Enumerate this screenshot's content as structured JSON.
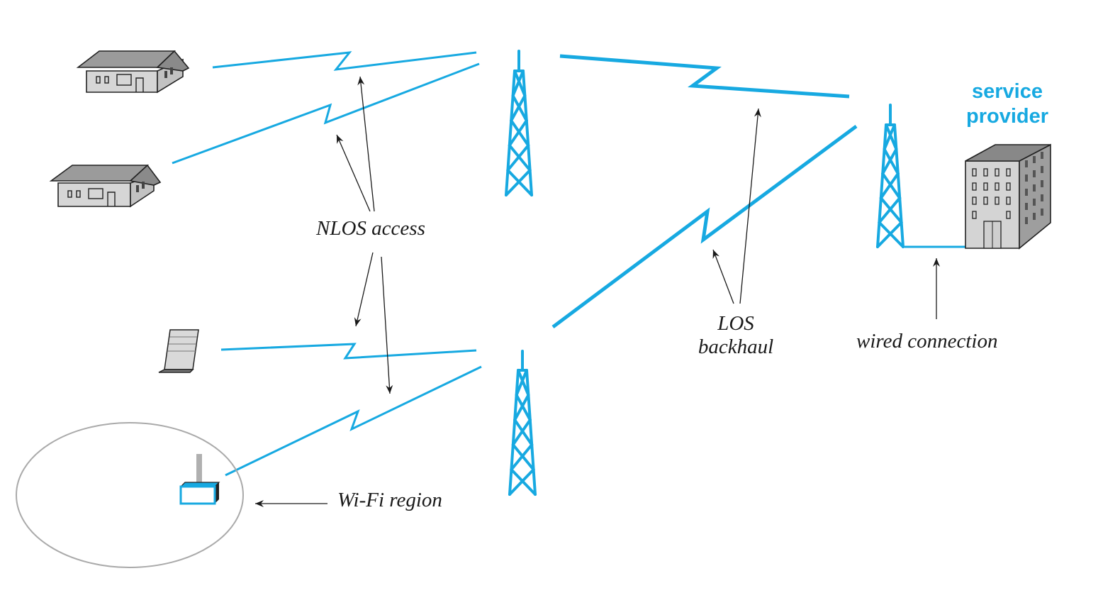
{
  "labels": {
    "nlos_access": "NLOS access",
    "los_line1": "LOS",
    "los_line2": "backhaul",
    "wired_connection": "wired connection",
    "wifi_region": "Wi-Fi region",
    "service_provider_line1": "service",
    "service_provider_line2": "provider"
  },
  "colors": {
    "link_blue": "#17a9e1",
    "tower_blue": "#17a9e1",
    "building_gray": "#c9c9c9",
    "roof_gray": "#9a9a9a",
    "arrow_black": "#1a1a1a",
    "wifi_ellipse": "#aaaaaa"
  },
  "icons": {
    "house": "house-icon",
    "laptop": "laptop-icon",
    "router": "wifi-router-icon",
    "tower": "radio-tower-icon",
    "building": "office-building-icon"
  }
}
